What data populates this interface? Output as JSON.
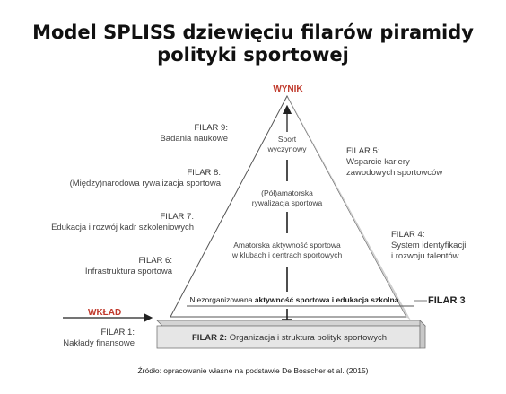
{
  "title": {
    "line1": "Model SPLISS dziewięciu filarów piramidy",
    "line2": "polityki sportowej"
  },
  "output_label": "WYNIK",
  "input_label": "WKŁAD",
  "inside": {
    "level1_a": "Sport",
    "level1_b": "wyczynowy",
    "level2_a": "(Pół)amatorska",
    "level2_b": "rywalizacja sportowa",
    "level3_a": "Amatorska aktywność sportowa",
    "level3_b": "w klubach i centrach sportowych"
  },
  "strip": {
    "plain": "Niezorganizowana ",
    "bold": "aktywność sportowa i edukacja szkolna"
  },
  "pillars": {
    "p9": {
      "name": "FILAR 9:",
      "desc": "Badania naukowe"
    },
    "p8": {
      "name": "FILAR 8:",
      "desc": "(Między)narodowa rywalizacja sportowa"
    },
    "p7": {
      "name": "FILAR 7:",
      "desc": "Edukacja i rozwój kadr szkoleniowych"
    },
    "p6": {
      "name": "FILAR 6:",
      "desc": "Infrastruktura sportowa"
    },
    "p5": {
      "name": "FILAR 5:",
      "desc1": "Wsparcie kariery",
      "desc2": "zawodowych sportowców"
    },
    "p4": {
      "name": "FILAR 4:",
      "desc1": "System identyfikacji",
      "desc2": "i rozwoju talentów"
    },
    "p3": {
      "name": "FILAR 3"
    },
    "p2": {
      "name": "FILAR 2:",
      "desc": " Organizacja i struktura polityk sportowych"
    },
    "p1": {
      "name": "FILAR 1:",
      "desc": "Nakłady finansowe"
    }
  },
  "source": "Źródło: opracowanie własne na podstawie De Bosscher et al. (2015)",
  "colors": {
    "accent_red": "#c0392b",
    "pyramid_line": "#555555",
    "base_fill": "#e6e6e6"
  }
}
